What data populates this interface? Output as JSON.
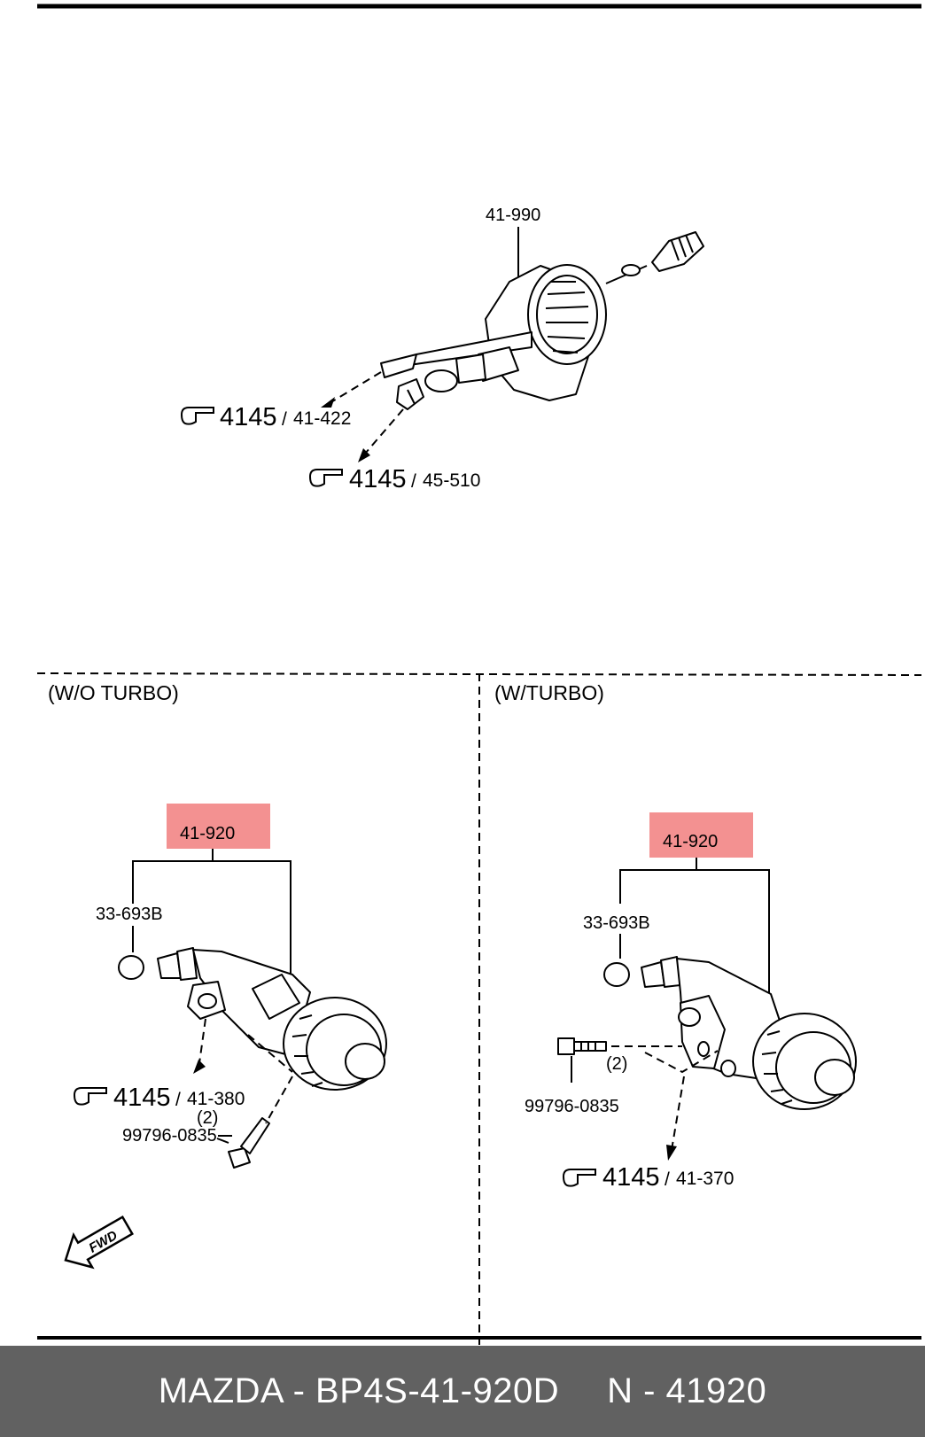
{
  "top_assembly": {
    "part_number": "41-990",
    "ref1": {
      "page": "4145",
      "part": "41-422"
    },
    "ref2": {
      "page": "4145",
      "part": "45-510"
    },
    "slash": "/"
  },
  "left_section": {
    "title": "(W/O TURBO)",
    "assembly_part": "41-920",
    "cap_part": "33-693B",
    "ref": {
      "page": "4145",
      "part": "41-380"
    },
    "bolt_qty": "(2)",
    "bolt_part": "99796-0835",
    "fwd_label": "FWD"
  },
  "right_section": {
    "title": "(W/TURBO)",
    "assembly_part": "41-920",
    "cap_part": "33-693B",
    "ref": {
      "page": "4145",
      "part": "41-370"
    },
    "bolt_qty": "(2)",
    "bolt_part": "99796-0835"
  },
  "footer": {
    "brand_part": "MAZDA - BP4S-41-920D",
    "number": "N - 41920"
  },
  "colors": {
    "highlight": "#f28b8b",
    "footer_bg": "#616161",
    "footer_text": "#ffffff"
  },
  "icons": [
    "pointing-hand-icon",
    "fwd-arrow-icon"
  ]
}
